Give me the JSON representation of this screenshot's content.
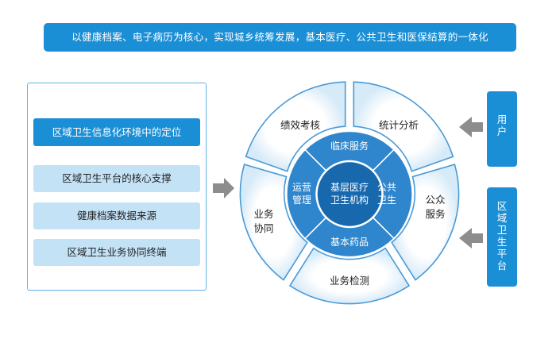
{
  "banner": {
    "text": "以健康档案、电子病历为核心，实现城乡统筹发展，基本医疗、公共卫生和医保结算的一体化"
  },
  "left_panel": {
    "primary": "区域卫生信息化环境中的定位",
    "items": [
      "区域卫生平台的核心支撑",
      "健康档案数据来源",
      "区域卫生业务协同终端"
    ]
  },
  "outer_ring": {
    "jixiao": "绩效考核",
    "tongji": "统计分析",
    "gongzhong": [
      "公众",
      "服务"
    ],
    "jiance": "业务检测",
    "xietong": [
      "业务",
      "协同"
    ]
  },
  "inner_ring": {
    "linchuang": "临床服务",
    "gonggong": [
      "公共",
      "卫生"
    ],
    "yaopin": "基本药品",
    "yunying": [
      "运营",
      "管理"
    ]
  },
  "center": [
    "基层医疗",
    "卫生机构"
  ],
  "right_boxes": {
    "user": [
      "用",
      "户"
    ],
    "platform": [
      "区",
      "域",
      "卫",
      "生",
      "平",
      "台"
    ]
  },
  "colors": {
    "banner": "#1b8fd6",
    "light_blue": "#c4e2f6",
    "outer_fill": "#e9f4fc",
    "inner_fill": "#2f86cc",
    "center_fill": "#1768ad",
    "arrow": "#8d8d8d"
  }
}
